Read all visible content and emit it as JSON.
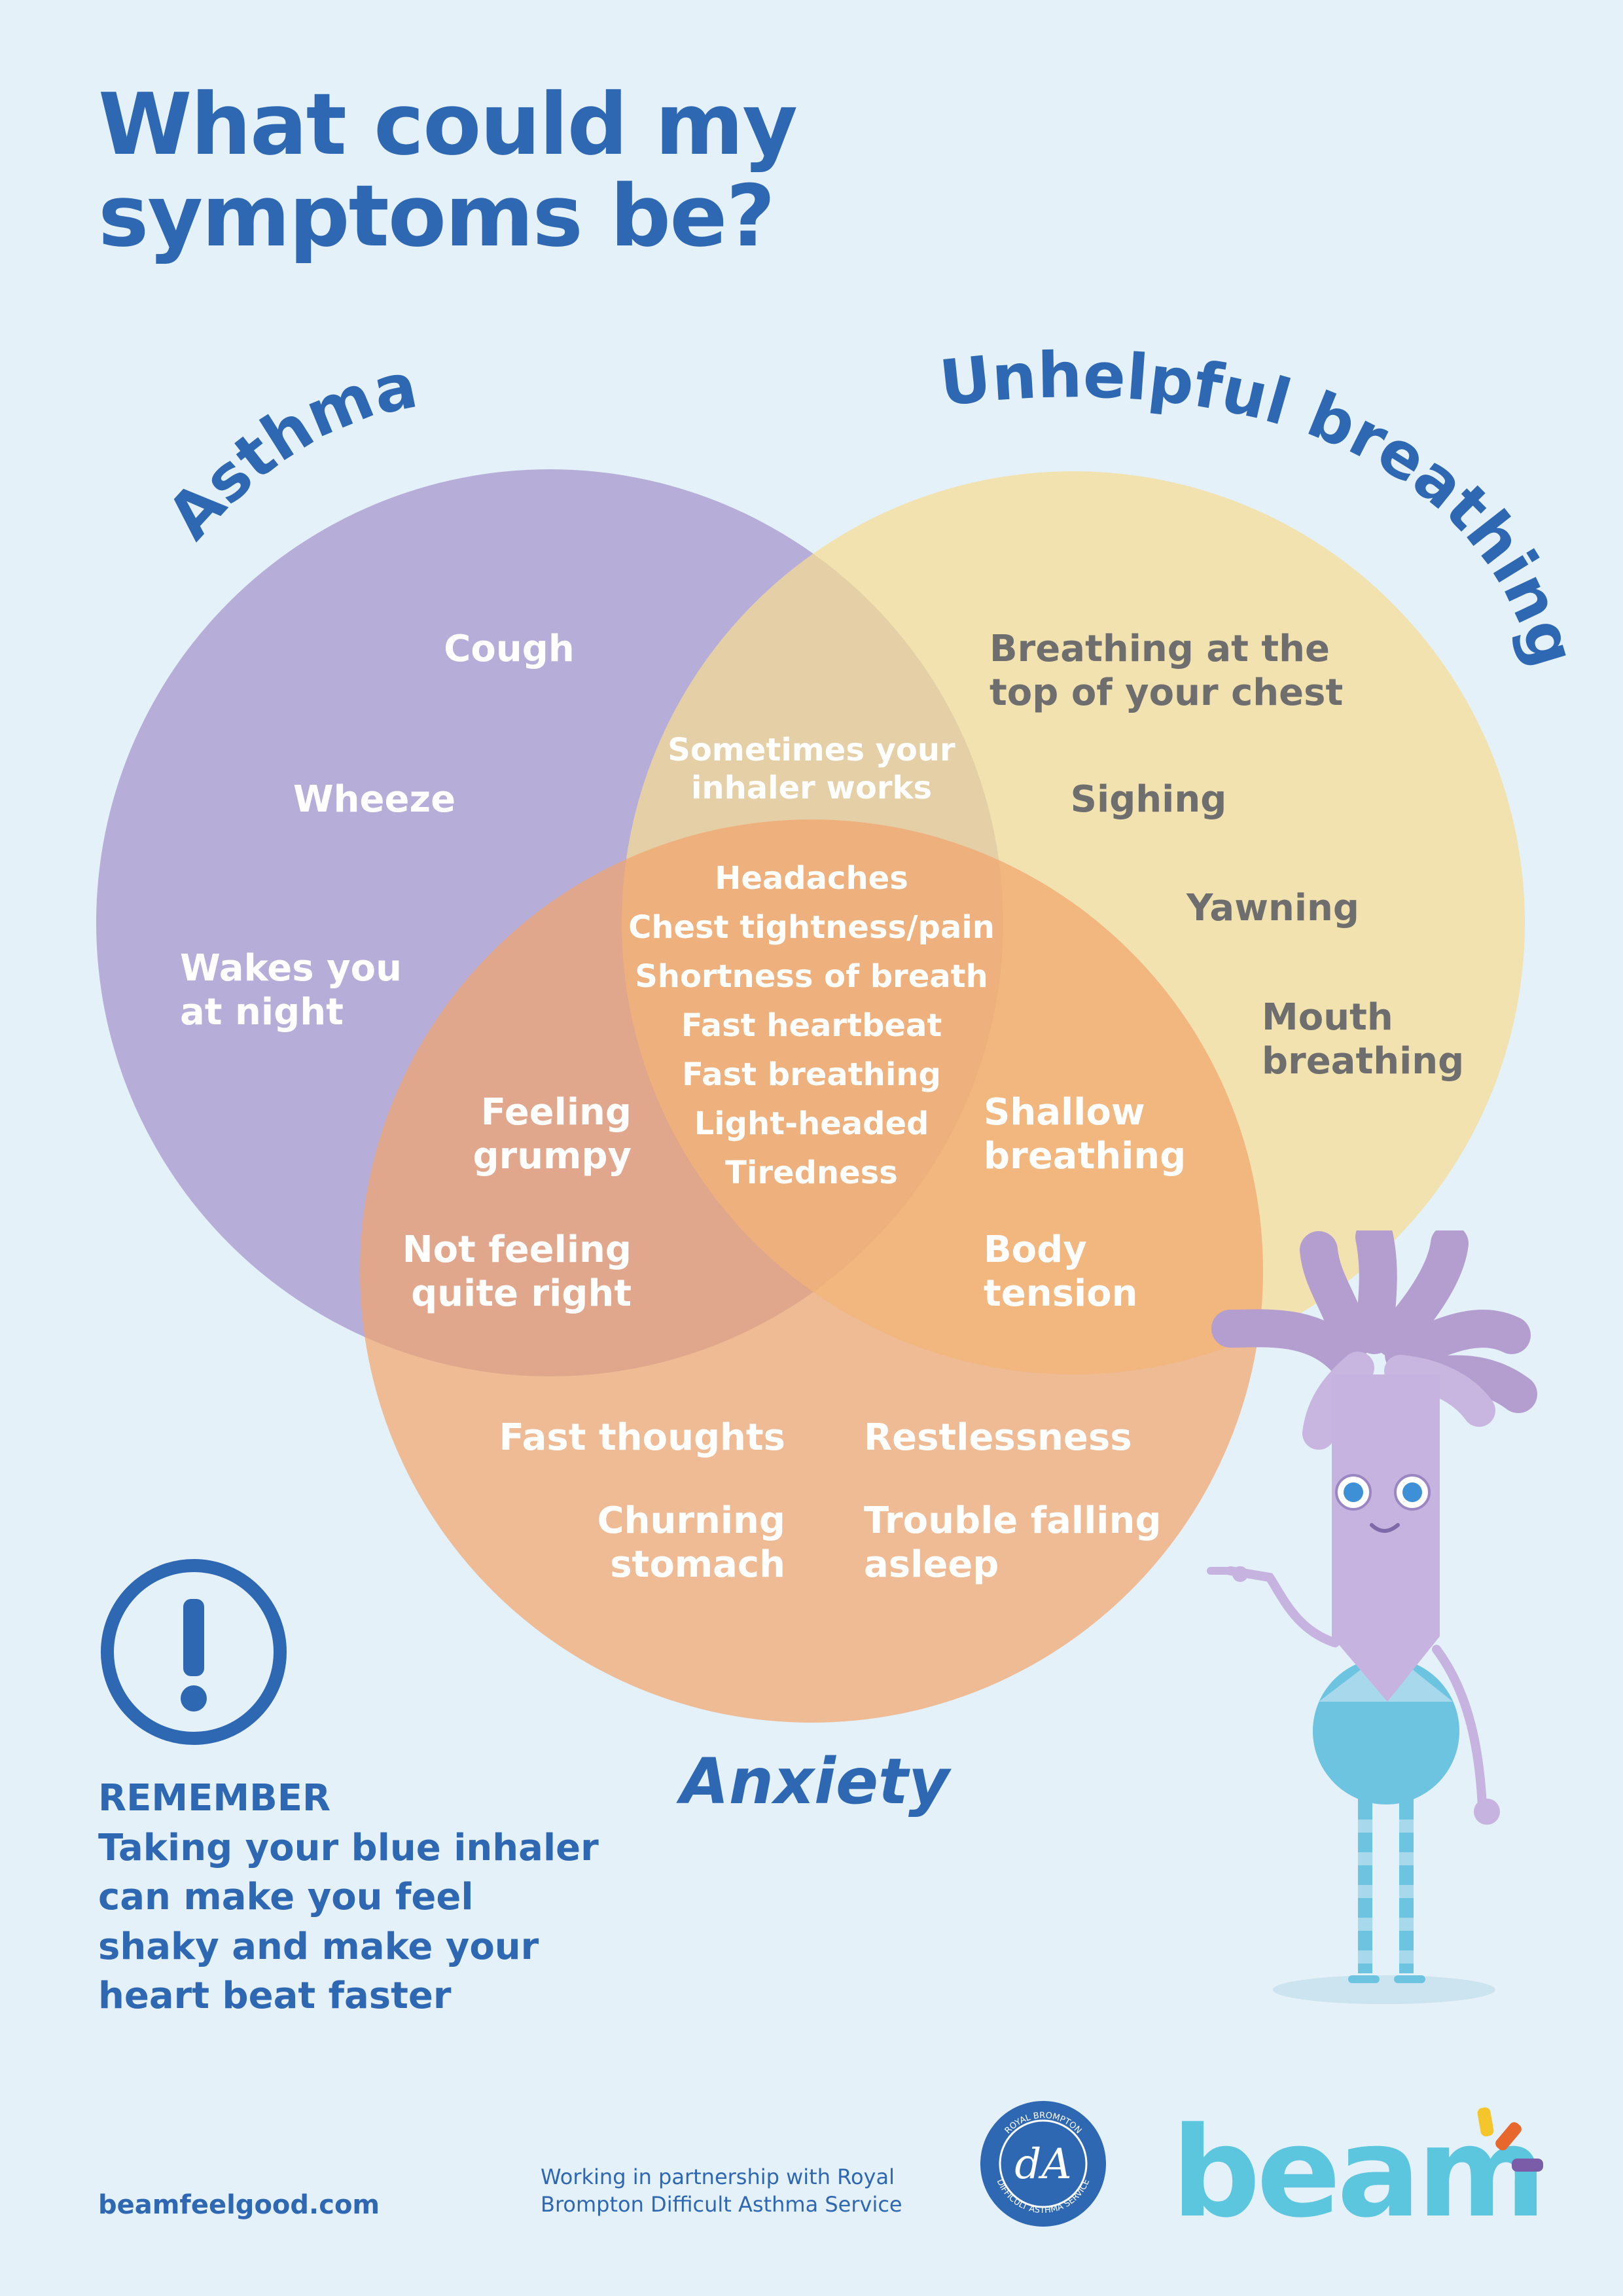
{
  "title": {
    "line1": "What could my",
    "line2": "symptoms be?"
  },
  "colors": {
    "background": "#e4f1f9",
    "brand_blue": "#2e67b2",
    "asthma_circle": "#a494cc",
    "breathing_circle": "#f7dc93",
    "anxiety_circle": "#f2a46b",
    "grey_text": "#6e6e6e",
    "beam_teal": "#5cc6df"
  },
  "venn": {
    "circles": {
      "asthma": "Asthma",
      "breathing": "Unhelpful breathing",
      "anxiety": "Anxiety"
    },
    "asthma_only": [
      "Cough",
      "Wheeze",
      "Wakes you",
      "at night"
    ],
    "breathing_only": [
      "Breathing at the",
      "top of your chest",
      "Sighing",
      "Yawning",
      "Mouth",
      "breathing"
    ],
    "asthma_breathing": [
      "Sometimes your",
      "inhaler works"
    ],
    "all_three": [
      "Headaches",
      "Chest tightness/pain",
      "Shortness of breath",
      "Fast heartbeat",
      "Fast breathing",
      "Light-headed",
      "Tiredness"
    ],
    "asthma_anxiety": [
      "Feeling",
      "grumpy",
      "Not feeling",
      "quite right"
    ],
    "breathing_anxiety": [
      "Shallow",
      "breathing",
      "Body",
      "tension"
    ],
    "anxiety_only": [
      "Fast thoughts",
      "Restlessness",
      "Churning",
      "stomach",
      "Trouble falling",
      "asleep"
    ]
  },
  "remember": {
    "icon": "exclamation-circle-icon",
    "heading": "REMEMBER",
    "lines": [
      "Taking your blue inhaler",
      "can make you feel",
      "shaky and make your",
      "heart beat faster"
    ]
  },
  "footer": {
    "website": "beamfeelgood.com",
    "partner_line1": "Working in partnership with Royal",
    "partner_line2": "Brompton Difficult Asthma Service",
    "rb_logo_monogram": "dA",
    "rb_logo_ring_top": "ROYAL BROMPTON",
    "rb_logo_ring_bottom": "DIFFICULT ASTHMA SERVICE",
    "beam_logo": "beam"
  },
  "mascot": {
    "icon": "beam-mascot-character-icon"
  }
}
